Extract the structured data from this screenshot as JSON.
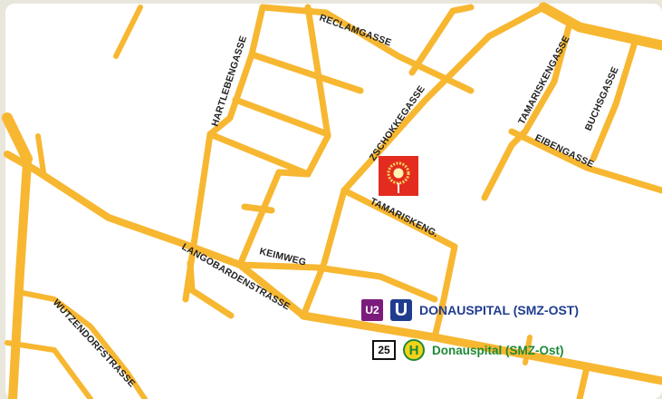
{
  "colors": {
    "background": "#e9e6dc",
    "map_land": "#ffffff",
    "road": "#f7b731",
    "ubahn": "#7b1c7d",
    "ubahn_logo": "#1f3c8f",
    "bus_green": "#1e8a35",
    "bus_yellow": "#f2d21a",
    "poi_red": "#e32b1f"
  },
  "streets": {
    "reclamgasse": "RECLAMGASSE",
    "hartlebengasse": "HARTLEBENGASSE",
    "zschokkegasse": "ZSCHOKKEGASSE",
    "tamariskengasse": "TAMARISKENGASSE",
    "buchsgasse": "BUCHSGASSE",
    "eibengasse": "EIBENGASSE",
    "tamariskeng": "TAMARISKENG.",
    "keimweg": "KEIMWEG",
    "langobardenstrasse": "LANGOBARDENSTRASSE",
    "wutzendorfstrasse": "WUTZENDORFSTRASSE"
  },
  "poi": {
    "icon": "sun-logo-icon"
  },
  "legend": {
    "ubahn_line": "U2",
    "ubahn_symbol": "U",
    "ubahn_station": "DONAUSPITAL (SMZ-OST)",
    "bus_line": "25",
    "bus_symbol": "H",
    "bus_station": "Donauspital (SMZ-Ost)"
  }
}
